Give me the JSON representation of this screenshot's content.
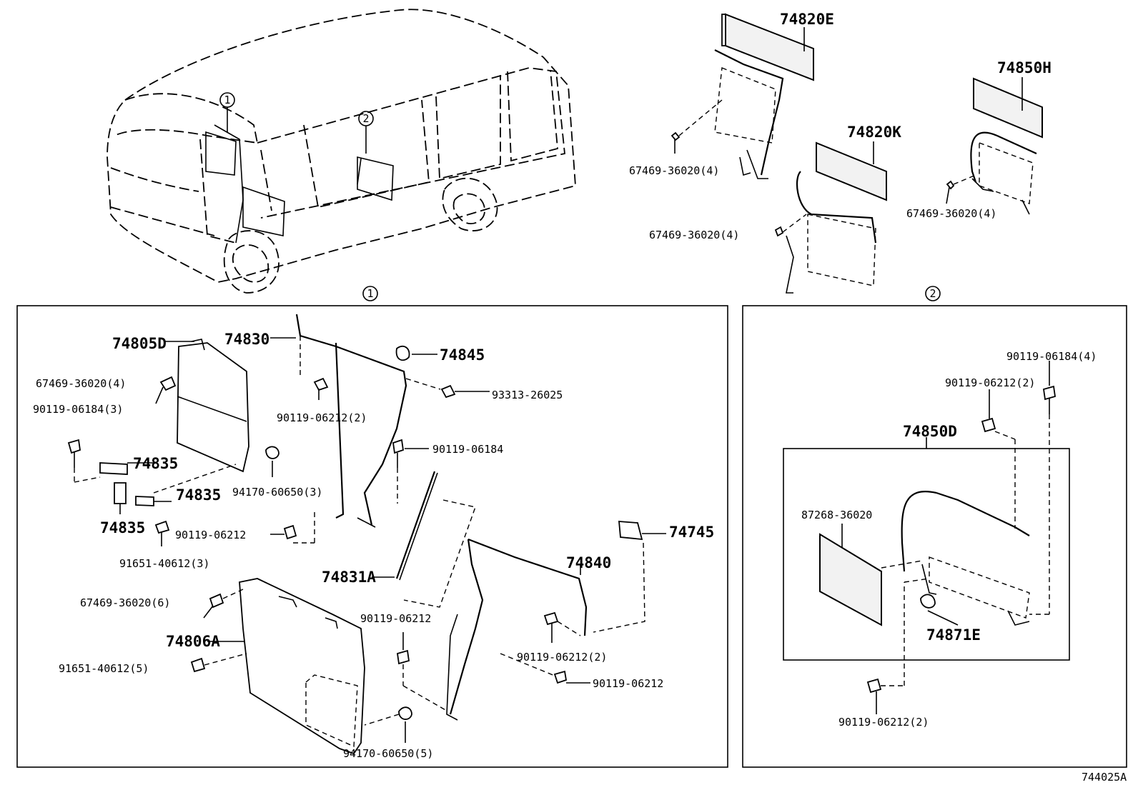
{
  "diagram": {
    "ref_number": "744025A",
    "callouts": {
      "c1": "1",
      "c2": "2"
    },
    "labels": {
      "p74820E": "74820E",
      "p74850H": "74850H",
      "p74820K": "74820K",
      "p67469_a": "67469-36020(4)",
      "p67469_b": "67469-36020(4)",
      "p67469_c": "67469-36020(4)",
      "p74805D": "74805D",
      "p74830": "74830",
      "p74845": "74845",
      "p67469_d": "67469-36020(4)",
      "p93313": "93313-26025",
      "p90119_06184_3": "90119-06184(3)",
      "p90119_06212_2a": "90119-06212(2)",
      "p74835a": "74835",
      "p74835b": "74835",
      "p74835c": "74835",
      "p90119_06184": "90119-06184",
      "p94170_3": "94170-60650(3)",
      "p90119_06212a": "90119-06212",
      "p91651_3": "91651-40612(3)",
      "p74745": "74745",
      "p74831A": "74831A",
      "p74840": "74840",
      "p67469_6": "67469-36020(6)",
      "p90119_06212b": "90119-06212",
      "p74806A": "74806A",
      "p90119_06212_2b": "90119-06212(2)",
      "p91651_5": "91651-40612(5)",
      "p90119_06212c": "90119-06212",
      "p94170_5": "94170-60650(5)",
      "p90119_06184_4": "90119-06184(4)",
      "p90119_06212_2c": "90119-06212(2)",
      "p74850D": "74850D",
      "p87268": "87268-36020",
      "p74871E": "74871E",
      "p90119_06212_2d": "90119-06212(2)"
    }
  }
}
